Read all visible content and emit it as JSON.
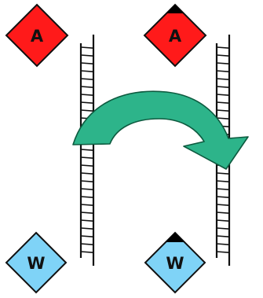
{
  "colors": {
    "diamond_a": "#ff1a1a",
    "diamond_w": "#7fd3f7",
    "outline": "#111111",
    "ladder": "#111111",
    "arrow": "#2db48a",
    "arrow_edge": "#0d5a3f",
    "marker": "#000000"
  },
  "icons": {
    "ladder": "ladder-icon",
    "move_arrow": "curved-arrow-right-icon"
  },
  "diagram": {
    "left": {
      "top_label": "A",
      "bottom_label": "W",
      "top_marker": false,
      "bottom_marker": false
    },
    "right": {
      "top_label": "A",
      "bottom_label": "W",
      "top_marker": true,
      "bottom_marker": true
    }
  }
}
